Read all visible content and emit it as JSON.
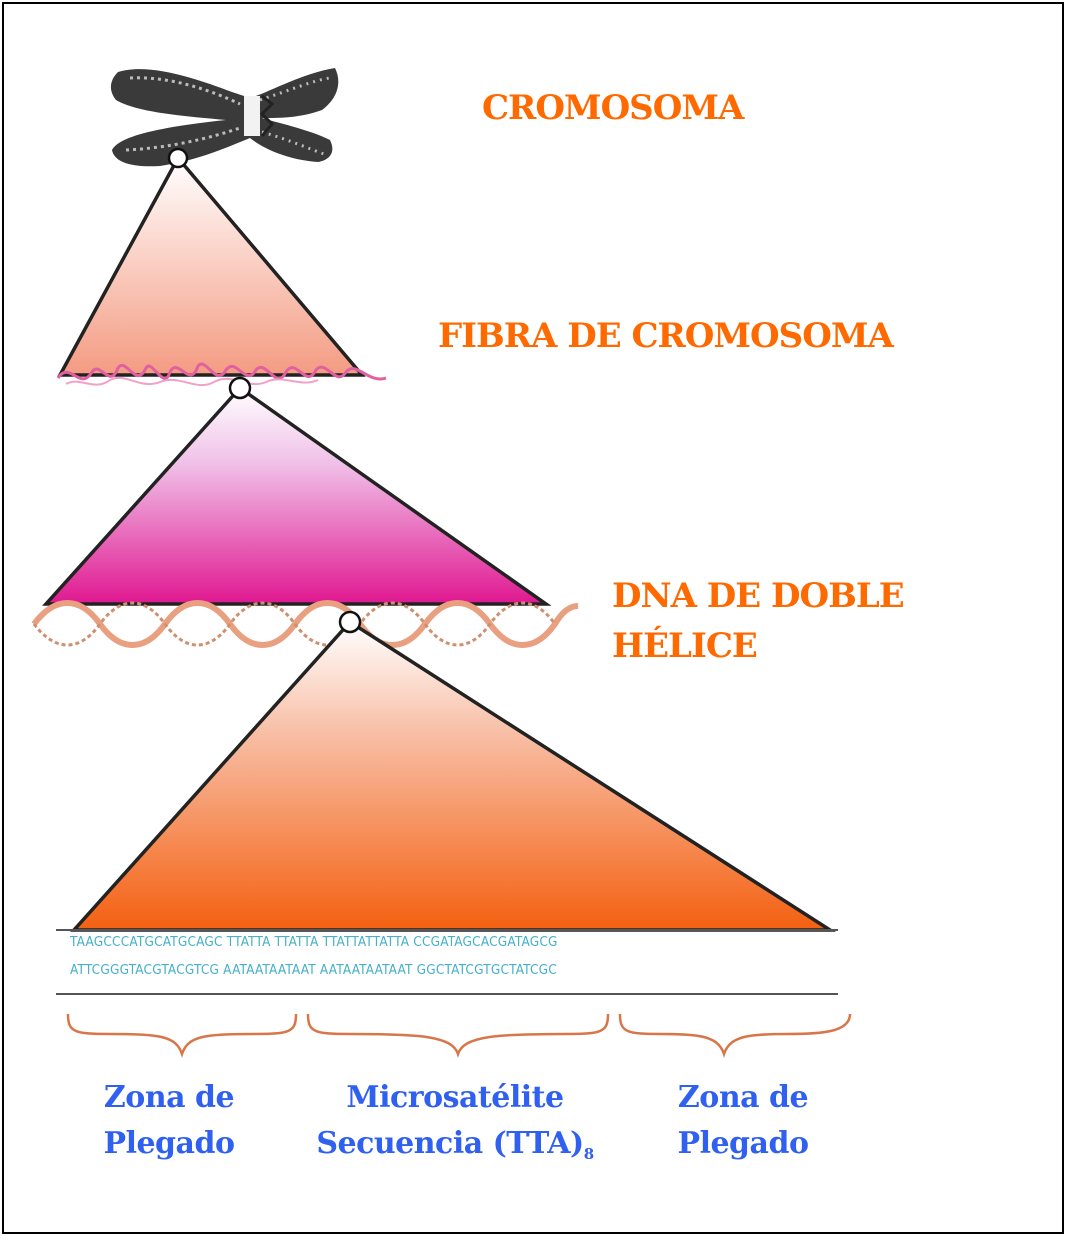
{
  "labels": {
    "cromosoma": "CROMOSOMA",
    "fibra": "FIBRA DE CROMOSOMA",
    "dna_line1": "DNA DE DOBLE",
    "dna_line2": "HÉLICE"
  },
  "sequence": {
    "top": "TAAGCCCATGCATGCAGC TTATTA TTATTA TTATTATTATTA CCGATAGCACGATAGCG",
    "bottom": "ATTCGGGTACGTACGTCG AATAATAATAAT AATAATAATAAT GGCTATCGTGCTATCGC"
  },
  "regions": {
    "left_line1": "Zona de",
    "left_line2": "Plegado",
    "middle_line1": "Microsatélite",
    "middle_line2": "Secuencia (TTA)",
    "middle_subscript": "8",
    "right_line1": "Zona de",
    "right_line2": "Plegado"
  },
  "colors": {
    "label_orange": "#ff6a00",
    "region_blue": "#3060f0",
    "sequence_cyan": "#45b0c8",
    "triangle1": "#f4a890",
    "triangle2": "#e0209a",
    "triangle3": "#f46a1a",
    "helix": "#e8a080",
    "fiber": "#e060a0"
  }
}
